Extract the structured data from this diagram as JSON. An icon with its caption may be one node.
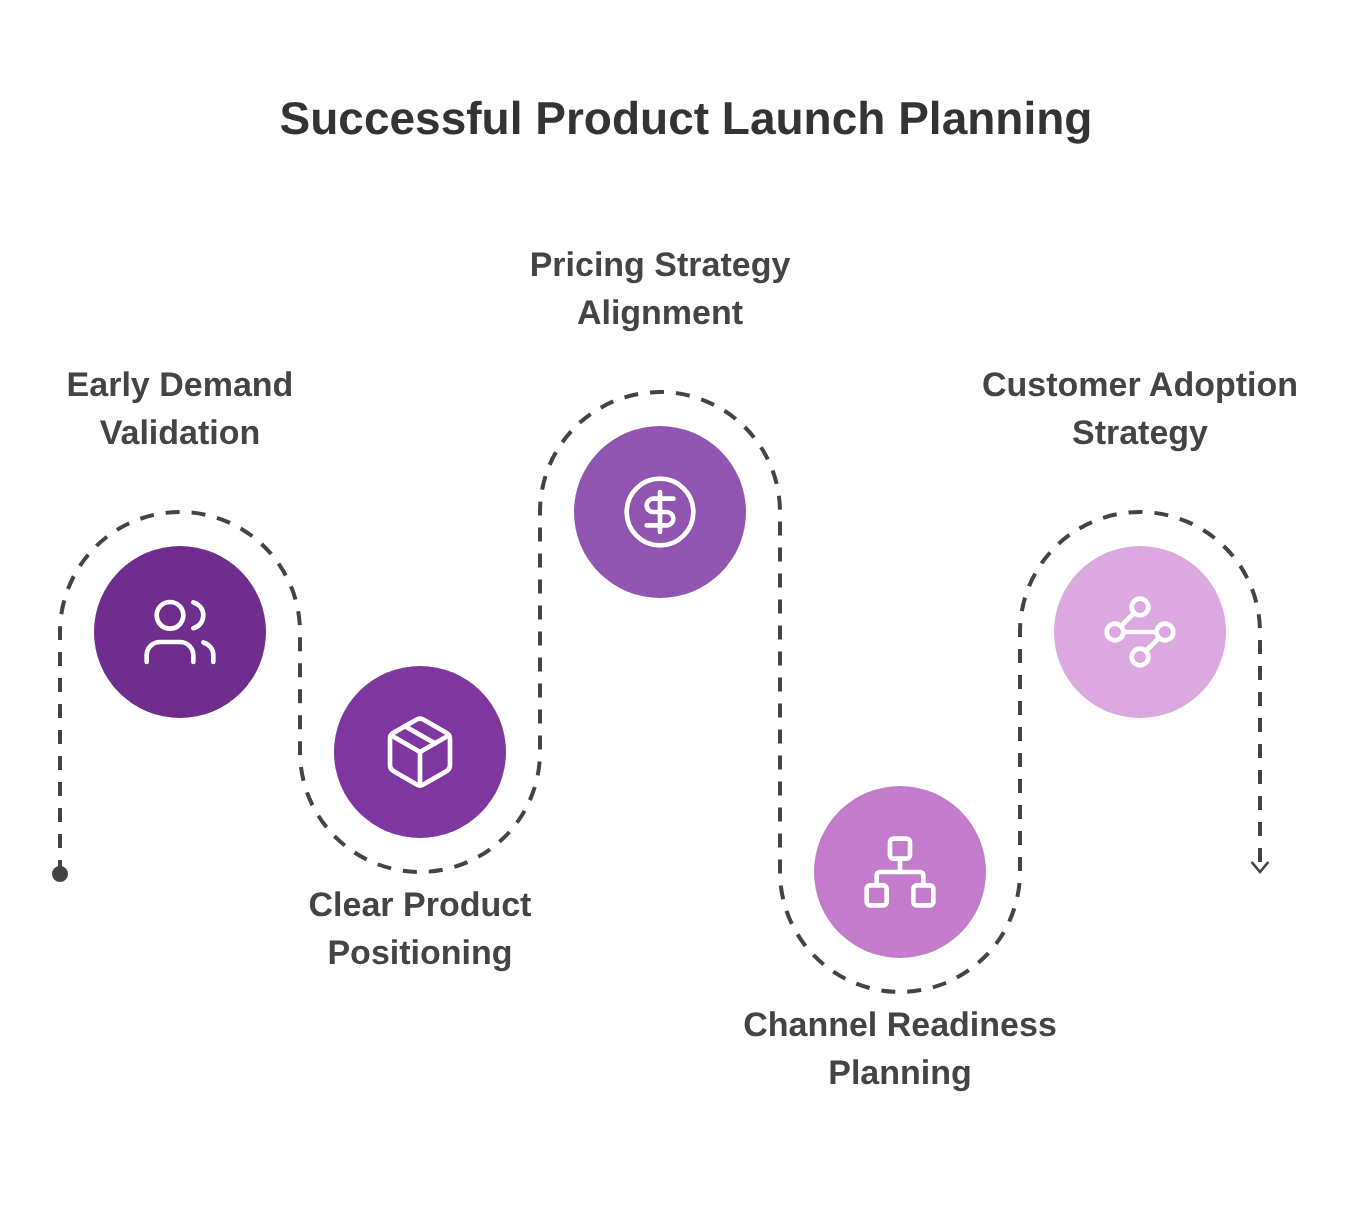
{
  "diagram": {
    "title": "Successful Product Launch Planning",
    "nodes": [
      {
        "text": [
          "Early Demand Validation"
        ]
      },
      {
        "text": [
          "Clear Product Positioning"
        ]
      },
      {
        "text": [
          "Pricing Strategy Alignment"
        ]
      },
      {
        "text": [
          "Channel Readiness Planning"
        ]
      },
      {
        "text": [
          "Customer Adoption Strategy"
        ]
      }
    ]
  }
}
